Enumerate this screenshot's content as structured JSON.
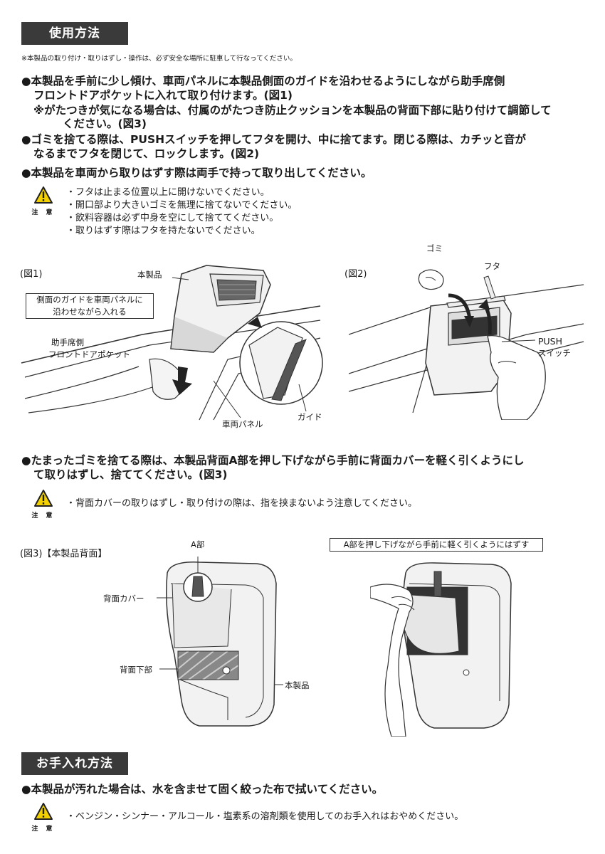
{
  "section1": {
    "title": "使用方法"
  },
  "note_top": "※本製品の取り付け・取りはずし・操作は、必ず安全な場所に駐車して行なってください。",
  "bullets1": [
    {
      "line1": "●本製品を手前に少し傾け、車両パネルに本製品側面のガイドを沿わせるようにしながら助手席側",
      "line2": "フロントドアポケットに入れて取り付けます。(図1)"
    },
    {
      "line1": "※がたつきが気になる場合は、付属のがたつき防止クッションを本製品の背面下部に貼り付けて調節して",
      "line2": "ください。(図3)"
    },
    {
      "line1": "●ゴミを捨てる際は、PUSHスイッチを押してフタを開け、中に捨てます。閉じる際は、カチッと音が",
      "line2": "なるまでフタを閉じて、ロックします。(図2)"
    },
    {
      "line1": "●本製品を車両から取りはずす際は両手で持って取り出してください。"
    }
  ],
  "caution_label": "注 意",
  "caution1": [
    "・フタは止まる位置以上に開けないでください。",
    "・開口部より大きいゴミを無理に捨てないでください。",
    "・飲料容器は必ず中身を空にして捨ててください。",
    "・取りはずす際はフタを持たないでください。"
  ],
  "fig1": {
    "label": "(図1)",
    "product": "本製品",
    "box_line1": "側面のガイドを車両パネルに",
    "box_line2": "沿わせながら入れる",
    "pocket_line1": "助手席側",
    "pocket_line2": "フロントドアポケット",
    "panel": "車両パネル",
    "guide": "ガイド"
  },
  "fig2": {
    "label": "(図2)",
    "trash": "ゴミ",
    "lid": "フタ",
    "push_line1": "PUSH",
    "push_line2": "スイッチ"
  },
  "bullet2": {
    "line1": "●たまったゴミを捨てる際は、本製品背面A部を押し下げながら手前に背面カバーを軽く引くようにし",
    "line2": "て取りはずし、捨ててください。(図3)"
  },
  "caution2": "・背面カバーの取りはずし・取り付けの際は、指を挟まないよう注意してください。",
  "fig3": {
    "label": "(図3)【本製品背面】",
    "a_part": "A部",
    "back_cover": "背面カバー",
    "back_bottom": "背面下部",
    "product": "本製品",
    "box": "A部を押し下げながら手前に軽く引くようにはずす"
  },
  "section2": {
    "title": "お手入れ方法"
  },
  "bullet3": "●本製品が汚れた場合は、水を含ませて固く絞った布で拭いてください。",
  "caution3": "・ベンジン・シンナー・アルコール・塩素系の溶剤類を使用してのお手入れはおやめください。"
}
